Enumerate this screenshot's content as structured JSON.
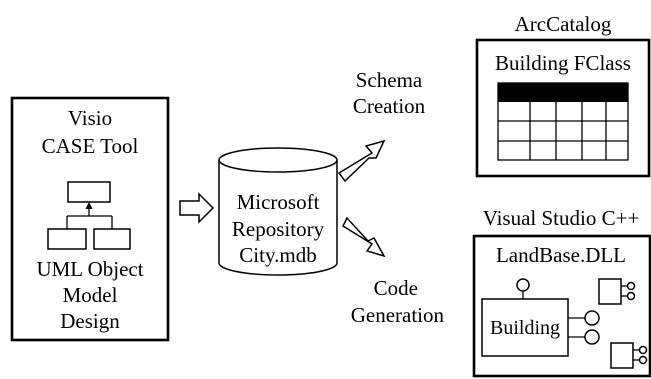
{
  "visio_box": {
    "title_line1": "Visio",
    "title_line2": "CASE Tool",
    "caption_line1": "UML Object",
    "caption_line2": "Model",
    "caption_line3": "Design"
  },
  "repository": {
    "line1": "Microsoft",
    "line2": "Repository",
    "line3": "City.mdb"
  },
  "schema_label": {
    "line1": "Schema",
    "line2": "Creation"
  },
  "code_label": {
    "line1": "Code",
    "line2": "Generation"
  },
  "arccatalog": {
    "heading": "ArcCatalog",
    "table_title": "Building FClass"
  },
  "visual_studio": {
    "heading": "Visual Studio C++",
    "dll_title": "LandBase.DLL",
    "class_name": "Building"
  }
}
